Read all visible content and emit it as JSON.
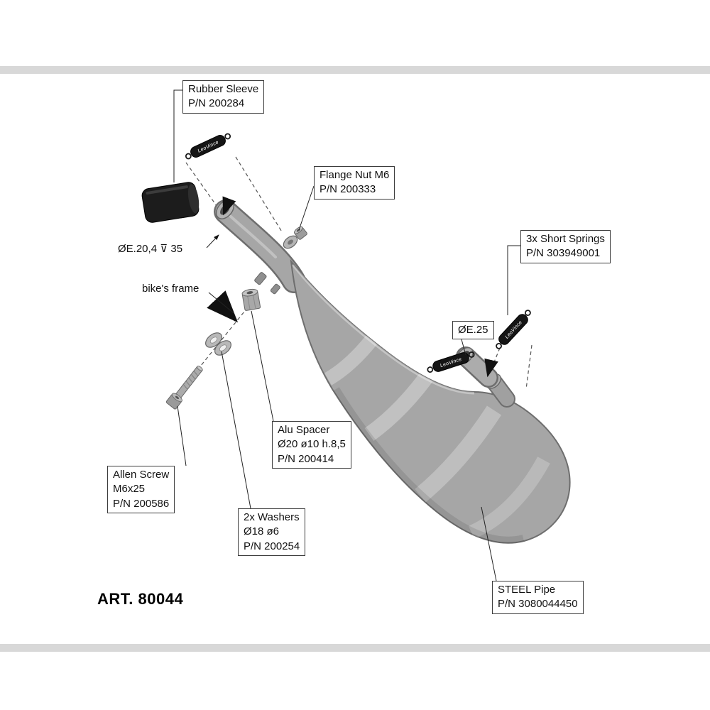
{
  "artwork": {
    "art_number": "ART. 80044",
    "spring_brand": "LeoVince"
  },
  "labels": {
    "rubber_sleeve": {
      "l1": "Rubber Sleeve",
      "l2": "P/N 200284"
    },
    "flange_nut": {
      "l1": "Flange Nut M6",
      "l2": "P/N 200333"
    },
    "short_springs": {
      "l1": "3x Short Springs",
      "l2": "P/N 303949001"
    },
    "alu_spacer": {
      "l1": "Alu Spacer",
      "l2": "Ø20 ø10 h.8,5",
      "l3": "P/N 200414"
    },
    "allen_screw": {
      "l1": "Allen Screw",
      "l2": "M6x25",
      "l3": "P/N 200586"
    },
    "washers": {
      "l1": "2x Washers",
      "l2": "Ø18 ø6",
      "l3": "P/N 200254"
    },
    "steel_pipe": {
      "l1": "STEEL Pipe",
      "l2": "P/N 3080044450"
    }
  },
  "annotations": {
    "dimension_note": "ØE.20,4 ⊽ 35",
    "frame_note": "bike's frame",
    "outlet_diameter": "ØE.25"
  },
  "colors": {
    "pipe_gray": "#a6a6a6",
    "pipe_outline": "#6e6e6e",
    "rubber_black": "#1c1c1c",
    "spring_black": "#151515"
  }
}
